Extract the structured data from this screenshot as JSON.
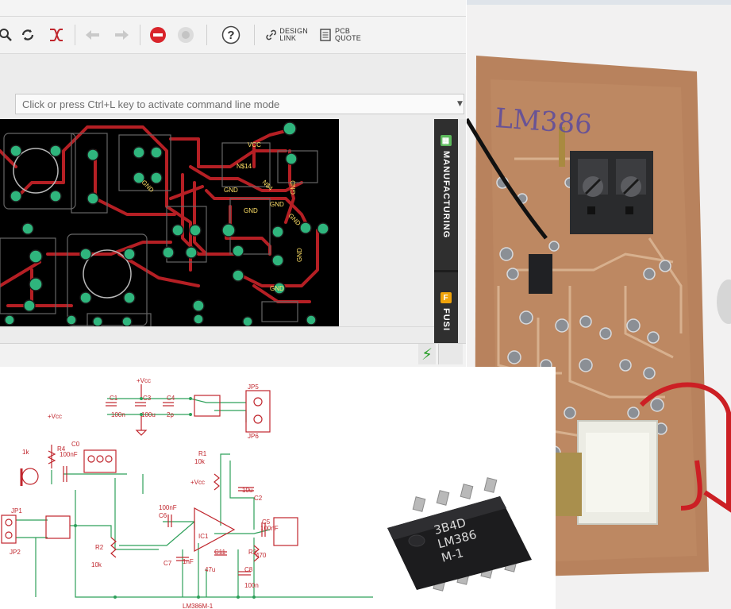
{
  "toolbar": {
    "design_link_label_1": "DESIGN",
    "design_link_label_2": "LINK",
    "pcb_quote_label_1": "PCB",
    "pcb_quote_label_2": "QUOTE",
    "help_label": "?"
  },
  "command_line": {
    "placeholder": "Click or press Ctrl+L key to activate command line mode"
  },
  "side_panel": {
    "tabs": [
      {
        "label": "MANUFACTURING",
        "icon": "chip-icon",
        "color": "#5cb85c"
      },
      {
        "label": "FUSI",
        "icon": "fusion-icon",
        "color": "#f0a30a"
      }
    ]
  },
  "board": {
    "labels": [
      "VCC",
      "N$14",
      "N$4",
      "GND",
      "GND",
      "GND",
      "GND",
      "GND",
      "GND",
      "GND",
      "GND"
    ],
    "pad_color": "#2fb57d",
    "trace_color": "#b51f24"
  },
  "photo": {
    "handwritten_text": "LM386"
  },
  "chip": {
    "line1": "3B4D",
    "line2": "LM386",
    "line3": "M-1"
  },
  "schematic": {
    "labels": {
      "c1": "C1",
      "c1_val": "100n",
      "c3": "C3",
      "c3_val": "100u",
      "c4": "C4",
      "c4_val": "2p",
      "jp5": "JP5",
      "jp6": "JP6",
      "vcc1": "+Vcc",
      "vcc2": "+Vcc",
      "vcc3": "+Vcc",
      "r4": "R4",
      "r4_val": "1k",
      "c0": "C0",
      "c0_val": "100nF",
      "r1": "R1",
      "r1_val": "10k",
      "c2": "C2",
      "c2_val": "10u",
      "c5": "C5",
      "c5_val": "100nF",
      "c6": "C6",
      "c6_val": "100nF",
      "ic1": "IC1",
      "c7": "C7",
      "c7_val": "1nF",
      "c11": "C11",
      "c11_val": "47u",
      "r3": "R3",
      "r3_val": "470",
      "c8": "C8",
      "c8_val": "100n",
      "r2": "R2",
      "r2_val": "10k",
      "jp1": "JP1",
      "jp2": "JP2",
      "lm": "LM386M-1"
    }
  }
}
